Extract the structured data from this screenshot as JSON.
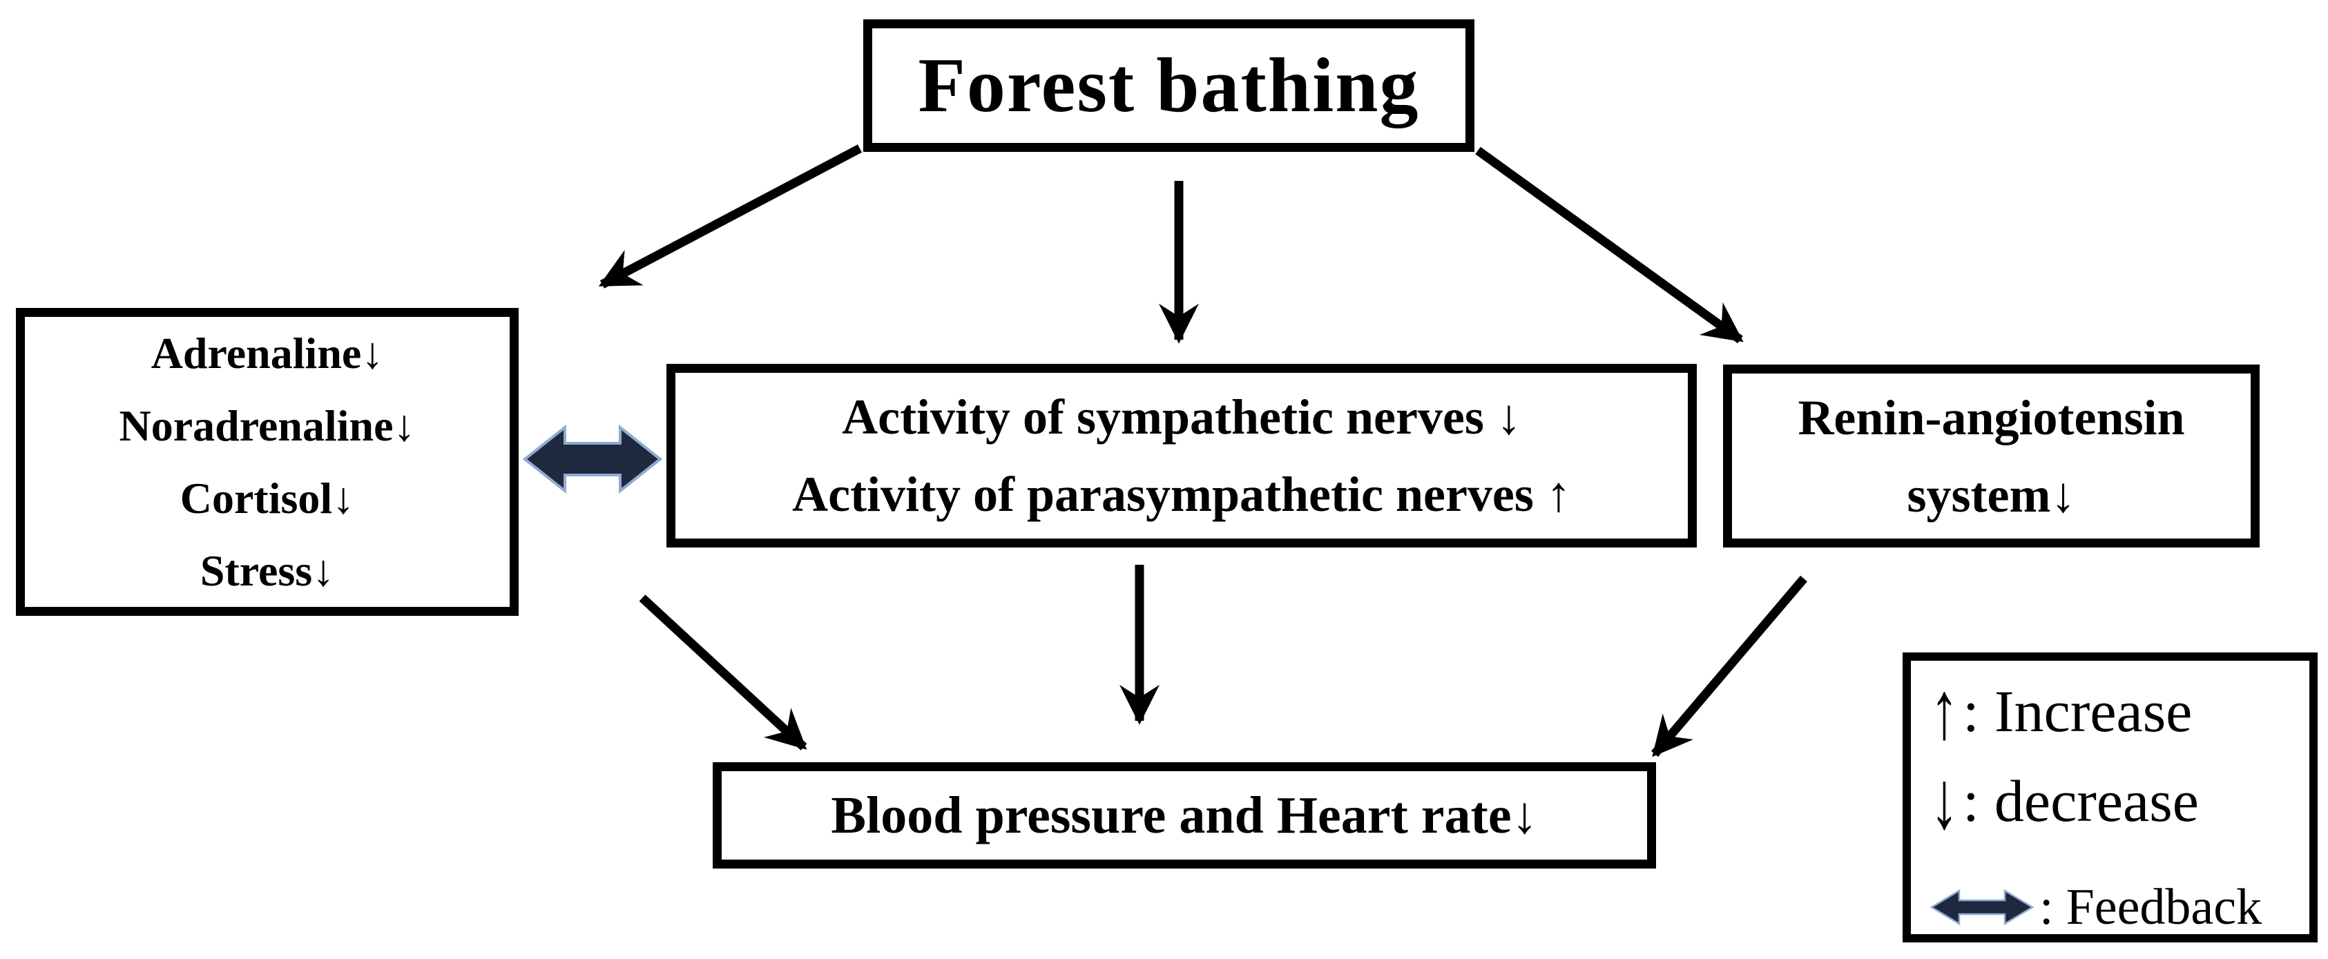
{
  "diagram": {
    "nodes": {
      "forest": {
        "label": "Forest bathing"
      },
      "hormones": {
        "lines": [
          "Adrenaline↓",
          "Noradrenaline↓",
          "Cortisol↓",
          "Stress↓"
        ]
      },
      "nerves": {
        "lines": [
          "Activity of sympathetic nerves ↓",
          "Activity of parasympathetic nerves ↑"
        ]
      },
      "renin": {
        "lines": [
          "Renin-angiotensin",
          "system↓"
        ]
      },
      "outcome": {
        "label": "Blood pressure and Heart rate↓"
      }
    },
    "edges": [
      {
        "from": "forest-bathing",
        "to": "stress-hormones",
        "type": "arrow"
      },
      {
        "from": "forest-bathing",
        "to": "autonomic-nerves",
        "type": "arrow"
      },
      {
        "from": "forest-bathing",
        "to": "renin-angiotensin-system",
        "type": "arrow"
      },
      {
        "from": "stress-hormones",
        "to": "blood-pressure-heart-rate",
        "type": "arrow"
      },
      {
        "from": "autonomic-nerves",
        "to": "blood-pressure-heart-rate",
        "type": "arrow"
      },
      {
        "from": "renin-angiotensin-system",
        "to": "blood-pressure-heart-rate",
        "type": "arrow"
      },
      {
        "from": "stress-hormones",
        "to": "autonomic-nerves",
        "type": "feedback-bidirectional"
      }
    ],
    "legend": {
      "up_symbol": "↑",
      "up_colon": ":",
      "up_label": "Increase",
      "down_symbol": "↓",
      "down_colon": ":",
      "down_label": "decrease",
      "feedback_colon": ":",
      "feedback_label": "Feedback"
    },
    "colors": {
      "line": "#000000",
      "box_border": "#000000",
      "background": "#ffffff",
      "feedback_fill": "#1e2940",
      "feedback_edge": "#93a9cf"
    }
  }
}
